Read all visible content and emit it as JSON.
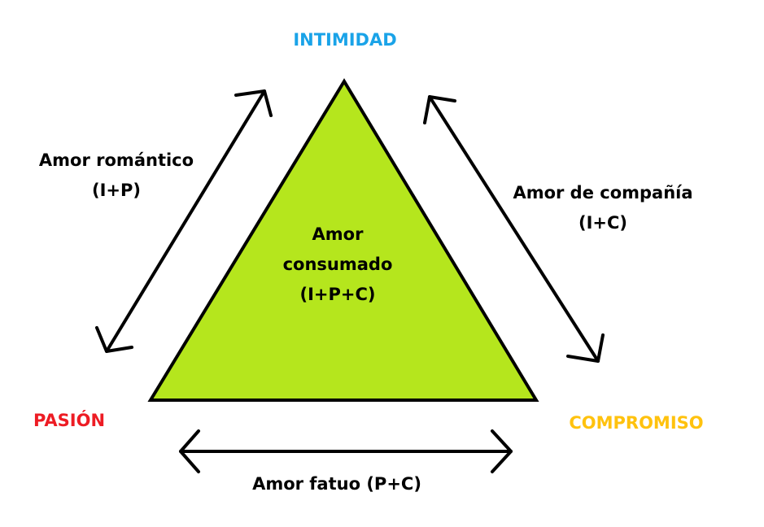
{
  "colors": {
    "triangle_fill": "#b5e61d",
    "triangle_stroke": "#000000",
    "arrow_stroke": "#000000",
    "intimidad": "#1aa3e8",
    "pasion": "#ed1c24",
    "compromiso": "#ffc20e",
    "text": "#000000"
  },
  "vertices": {
    "intimidad": "INTIMIDAD",
    "pasion": "PASIÓN",
    "compromiso": "COMPROMISO"
  },
  "center": {
    "line1": "Amor",
    "line2": "consumado",
    "line3": "(I+P+C)"
  },
  "edges": {
    "romantico": {
      "line1": "Amor romántico",
      "line2": "(I+P)"
    },
    "compania": {
      "line1": "Amor de compañía",
      "line2": "(I+C)"
    },
    "fatuo": {
      "line1": "Amor fatuo (P+C)"
    }
  }
}
